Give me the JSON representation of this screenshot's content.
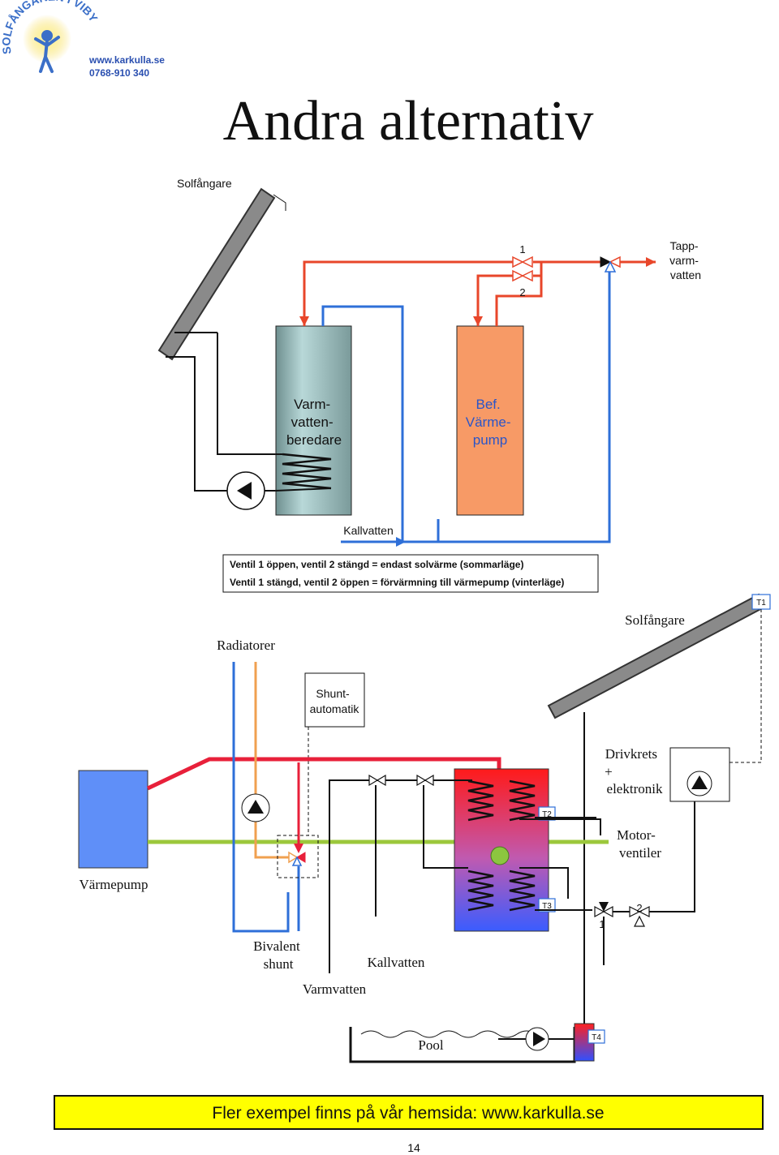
{
  "logo": {
    "org_name": "SOLFÅNGAREN I VIBY",
    "website": "www.karkulla.se",
    "phone": "0768-910 340"
  },
  "title": "Andra alternativ",
  "diagram1": {
    "collector_label": "Solfångare",
    "tank1_label": [
      "Varm-",
      "vatten-",
      "beredare"
    ],
    "tank2_label": [
      "Bef.",
      "Värme-",
      "pump"
    ],
    "cold_water_label": "Kallvatten",
    "tap_water_label": [
      "Tapp-",
      "varm-",
      "vatten"
    ],
    "valve1_label": "1",
    "valve2_label": "2",
    "note_line1": "Ventil 1 öppen, ventil 2 stängd = endast solvärme (sommarläge)",
    "note_line2": "Ventil 1 stängd, ventil 2 öppen = förvärmning till värmepump (vinterläge)"
  },
  "diagram2": {
    "collector_label": "Solfångare",
    "radiators_label": "Radiatorer",
    "shunt_auto_label": [
      "Shunt-",
      "automatik"
    ],
    "drive_label": [
      "Drivkrets",
      "+",
      "elektronik"
    ],
    "motor_valves_label": [
      "Motor-",
      "ventiler"
    ],
    "heat_pump_label": "Värmepump",
    "bivalent_label": [
      "Bivalent",
      "shunt"
    ],
    "cold_water_label": "Kallvatten",
    "hot_water_label": "Varmvatten",
    "pool_label": "Pool",
    "sensor_t1": "T1",
    "sensor_t2": "T2",
    "sensor_t3": "T3",
    "sensor_t4": "T4",
    "motor_valve1": "1",
    "motor_valve2": "2"
  },
  "footer": {
    "banner_text": "Fler exempel finns på vår hemsida: www.karkulla.se",
    "page_number": "14"
  },
  "colors": {
    "hot_pipe": "#e8462a",
    "cold_pipe": "#2e6fd8",
    "red_pipe": "#e8203a",
    "green_pipe": "#9cc83c",
    "orange_pipe": "#f0a050",
    "banner": "#ffff00"
  }
}
